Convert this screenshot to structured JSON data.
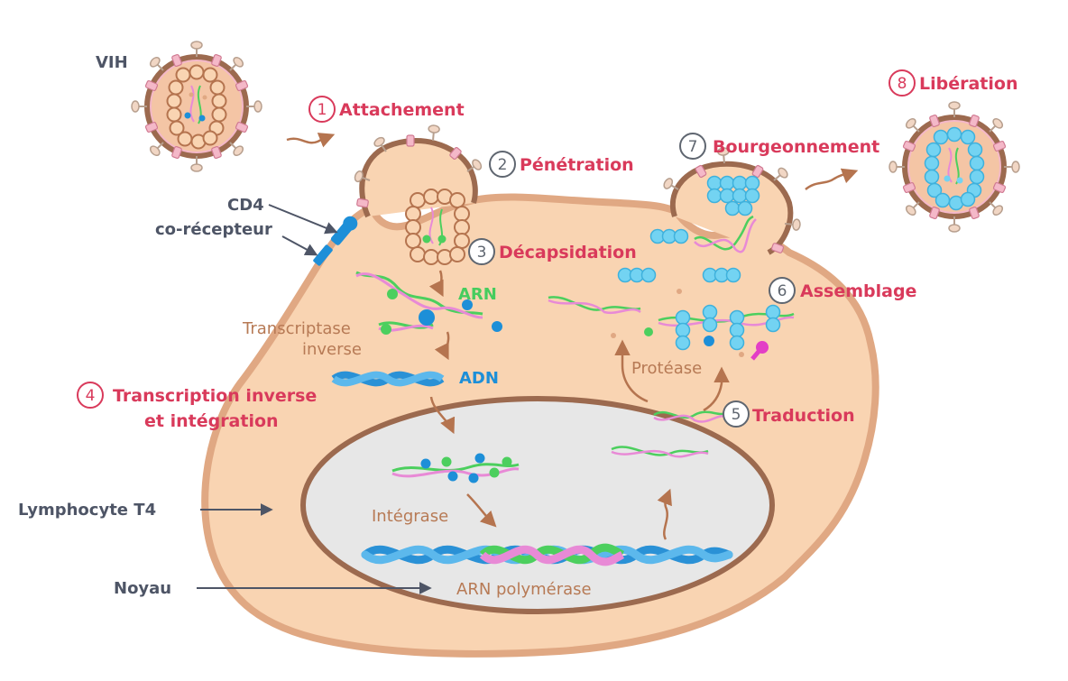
{
  "colors": {
    "cell_fill": "#f9d4b2",
    "cell_border": "#e0a883",
    "nucleus_fill": "#e7e7e7",
    "nucleus_border": "#9c6a4f",
    "accent_red": "#d93a5b",
    "arrow_brown": "#b5744f",
    "dna_blue": "#2a91d6",
    "rna_green": "#4ccf5e",
    "rna_pink": "#e88ad6",
    "capsid_cyan": "#73d3f2",
    "label_slate": "#4e5566"
  },
  "labels": {
    "virus": "VIH",
    "cd4": "CD4",
    "coreceptor": "co-récepteur",
    "lymphocyte": "Lymphocyte T4",
    "noyau": "Noyau",
    "arn": "ARN",
    "adn": "ADN",
    "transcriptase_line1": "Transcriptase",
    "transcriptase_line2": "inverse",
    "integrase": "Intégrase",
    "arn_polymerase": "ARN polymérase",
    "protease": "Protéase"
  },
  "steps": [
    {
      "num": "1",
      "label": "Attachement"
    },
    {
      "num": "2",
      "label": "Pénétration"
    },
    {
      "num": "3",
      "label": "Décapsidation"
    },
    {
      "num": "4",
      "label": "Transcription inverse",
      "label2": "et intégration"
    },
    {
      "num": "5",
      "label": "Traduction"
    },
    {
      "num": "6",
      "label": "Assemblage"
    },
    {
      "num": "7",
      "label": "Bourgeonnement"
    },
    {
      "num": "8",
      "label": "Libération"
    }
  ]
}
